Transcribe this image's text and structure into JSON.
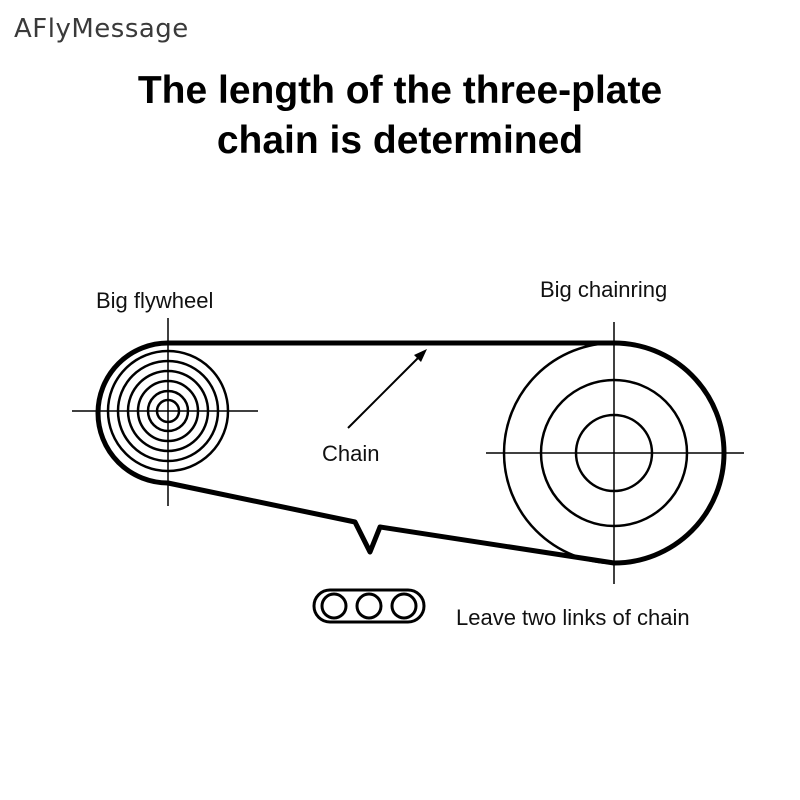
{
  "brand": "AFlyMessage",
  "title": {
    "line1": "The length of the three-plate",
    "line2": "chain is determined"
  },
  "labels": {
    "flywheel": "Big flywheel",
    "chainring": "Big chainring",
    "chain": "Chain",
    "links_note": "Leave two links of chain"
  },
  "colors": {
    "line": "#000000",
    "text": "#111111",
    "background": "#ffffff"
  }
}
